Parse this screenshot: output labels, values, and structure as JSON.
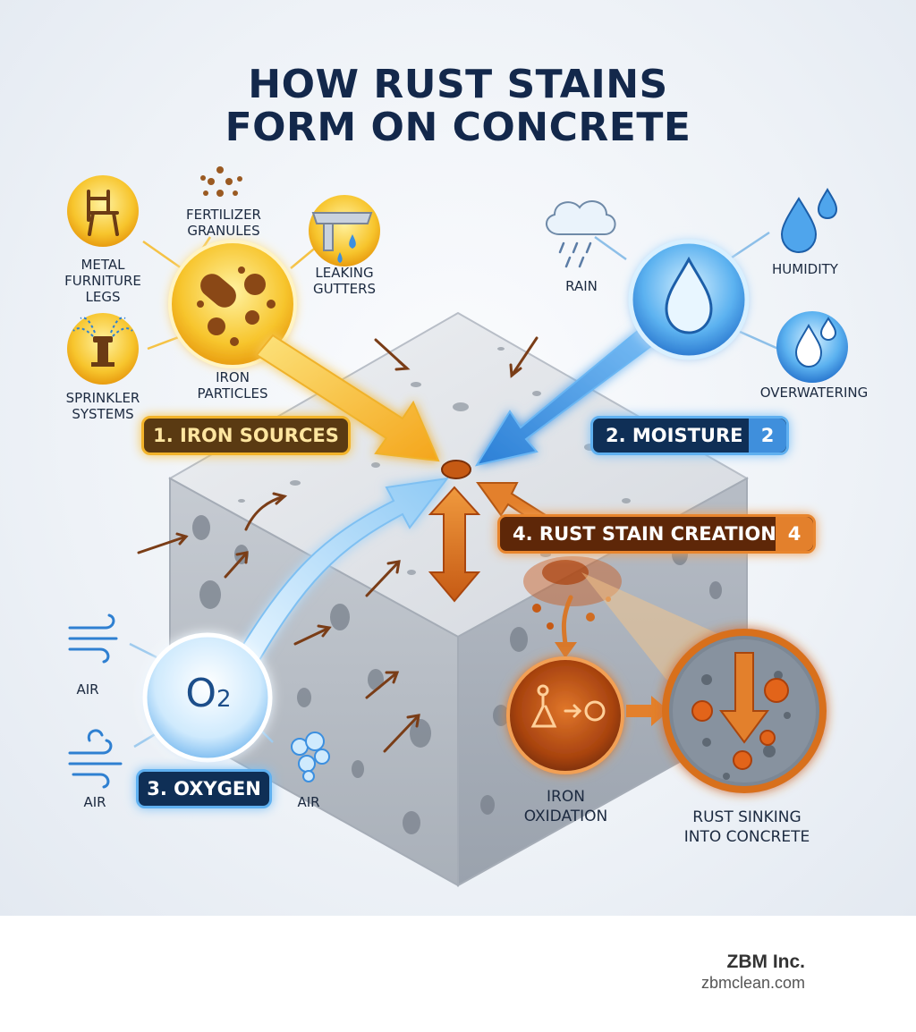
{
  "title": {
    "line1": "HOW RUST STAINS",
    "line2": "FORM ON CONCRETE"
  },
  "steps": {
    "iron_sources": {
      "label": "1. IRON SOURCES"
    },
    "moisture": {
      "label": "2. MOISTURE",
      "badge": "2"
    },
    "oxygen": {
      "label": "3. OXYGEN"
    },
    "rust_stain": {
      "label": "4. RUST STAIN CREATION",
      "badge": "4"
    }
  },
  "iron_labels": {
    "metal_furniture": [
      "METAL",
      "FURNITURE",
      "LEGS"
    ],
    "fertilizer": [
      "FERTILIZER",
      "GRANULES"
    ],
    "gutters": [
      "LEAKING",
      "GUTTERS"
    ],
    "sprinkler": [
      "SPRINKLER",
      "SYSTEMS"
    ],
    "iron_particles": [
      "IRON",
      "PARTICLES"
    ]
  },
  "moisture_labels": {
    "rain": "RAIN",
    "humidity": "HUMIDITY",
    "overwatering": "OVERWATERING"
  },
  "oxygen_labels": {
    "air1": "AIR",
    "air2": "AIR",
    "air3": "AIR",
    "symbol": "O",
    "subscript": "2"
  },
  "rust_labels": {
    "oxidation": [
      "IRON",
      "OXIDATION"
    ],
    "sinking": [
      "RUST SINKING",
      "INTO CONCRETE"
    ]
  },
  "footer": {
    "company": "ZBM Inc.",
    "website": "zbmclean.com"
  },
  "colors": {
    "title": "#13284b",
    "iron": "#f2a81d",
    "moisture": "#2f80d1",
    "oxygen": "#8ec9f2",
    "rust": "#c4561a",
    "concrete": "#c9ced5"
  }
}
